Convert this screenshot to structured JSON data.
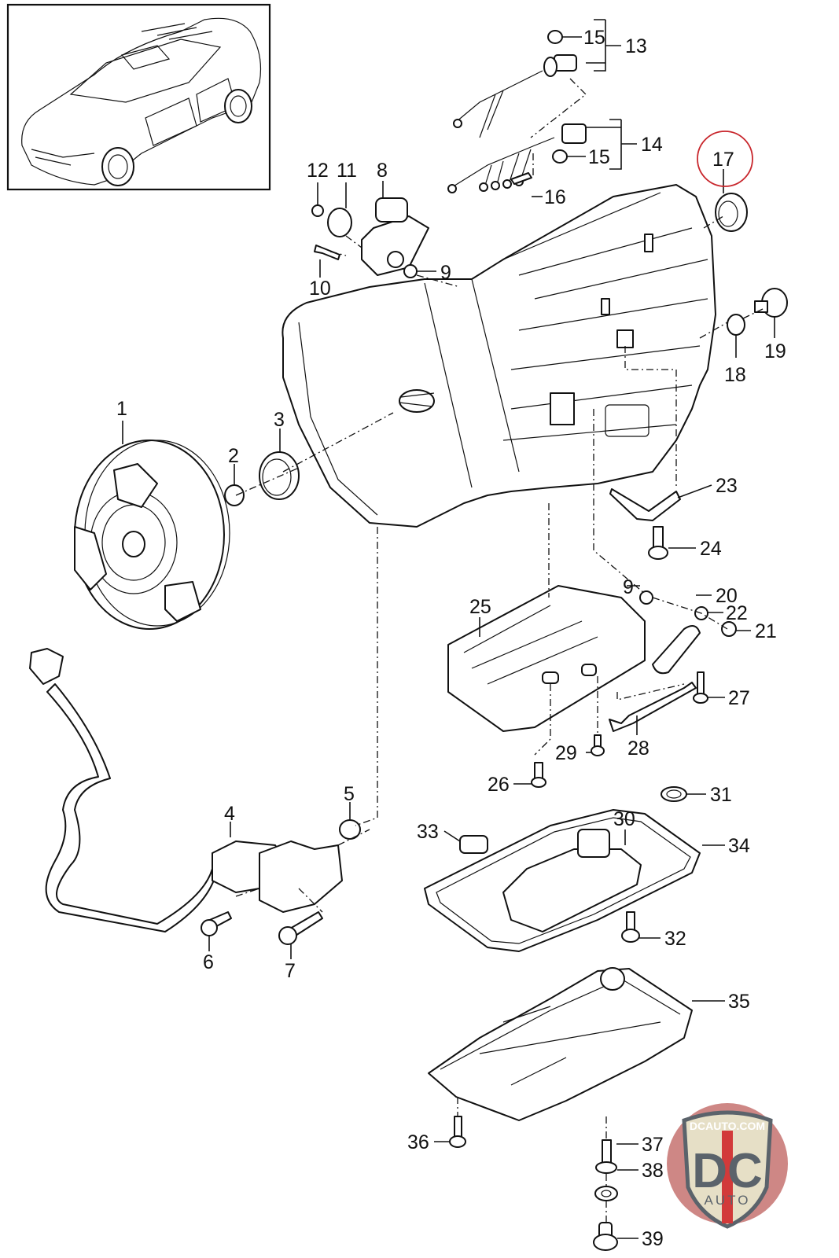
{
  "diagram": {
    "title": "Automatic transmission exploded parts diagram",
    "vehicle_thumbnail": "SUV overview illustration",
    "highlighted_callout": "17",
    "highlight_color": "#c8262c",
    "callouts": [
      {
        "id": "1",
        "label": "1"
      },
      {
        "id": "2",
        "label": "2"
      },
      {
        "id": "3",
        "label": "3"
      },
      {
        "id": "4",
        "label": "4"
      },
      {
        "id": "5",
        "label": "5"
      },
      {
        "id": "6",
        "label": "6"
      },
      {
        "id": "7",
        "label": "7"
      },
      {
        "id": "8",
        "label": "8"
      },
      {
        "id": "9a",
        "label": "9"
      },
      {
        "id": "9b",
        "label": "9"
      },
      {
        "id": "10",
        "label": "10"
      },
      {
        "id": "11",
        "label": "11"
      },
      {
        "id": "12",
        "label": "12"
      },
      {
        "id": "13",
        "label": "13"
      },
      {
        "id": "14",
        "label": "14"
      },
      {
        "id": "15a",
        "label": "15"
      },
      {
        "id": "15b",
        "label": "15"
      },
      {
        "id": "16",
        "label": "16"
      },
      {
        "id": "17",
        "label": "17"
      },
      {
        "id": "18",
        "label": "18"
      },
      {
        "id": "19",
        "label": "19"
      },
      {
        "id": "20",
        "label": "20"
      },
      {
        "id": "21",
        "label": "21"
      },
      {
        "id": "22",
        "label": "22"
      },
      {
        "id": "23",
        "label": "23"
      },
      {
        "id": "24",
        "label": "24"
      },
      {
        "id": "25",
        "label": "25"
      },
      {
        "id": "26",
        "label": "26"
      },
      {
        "id": "27",
        "label": "27"
      },
      {
        "id": "28",
        "label": "28"
      },
      {
        "id": "29",
        "label": "29"
      },
      {
        "id": "30",
        "label": "30"
      },
      {
        "id": "31",
        "label": "31"
      },
      {
        "id": "32",
        "label": "32"
      },
      {
        "id": "33",
        "label": "33"
      },
      {
        "id": "34",
        "label": "34"
      },
      {
        "id": "35",
        "label": "35"
      },
      {
        "id": "36",
        "label": "36"
      },
      {
        "id": "37",
        "label": "37"
      },
      {
        "id": "38",
        "label": "38"
      },
      {
        "id": "39",
        "label": "39"
      }
    ]
  },
  "watermark": {
    "site": "DCAUTO.COM",
    "letters": "DC",
    "sub": "AUTO",
    "colors": {
      "badge_bg": "#c97a78",
      "shield": "#e6dfc6",
      "letters": "#5b636b",
      "stripe": "#d23a3a"
    }
  }
}
